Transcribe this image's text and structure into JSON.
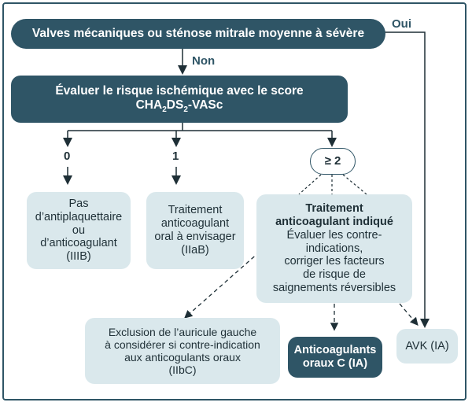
{
  "nodes": {
    "top": "Valves mécaniques ou sténose mitrale moyenne à sévère",
    "evaluate_line1": "Évaluer le risque ischémique avec le score",
    "evaluate_score_base": "CHA",
    "evaluate_score_sub1": "2",
    "evaluate_score_mid": "DS",
    "evaluate_score_sub2": "2",
    "evaluate_score_end": "-VASc",
    "score_ge2": "≥ 2",
    "box0": [
      "Pas",
      "d’antiplaquettaire",
      "ou",
      "d’anticoagulant",
      "(IIIB)"
    ],
    "box1": [
      "Traitement",
      "anticoagulant",
      "oral à envisager",
      "(IIaB)"
    ],
    "box2_bold": [
      "Traitement",
      "anticoagulant indiqué"
    ],
    "box2": [
      "Évaluer les contre-",
      "indications,",
      "corriger les facteurs",
      "de risque de",
      "saignements réversibles"
    ],
    "exclusion": [
      "Exclusion de l’auricule gauche",
      "à considérer si contre-indication",
      "aux anticogulants oraux",
      "(IIbC)"
    ],
    "aoc": [
      "Anticoagulants",
      "oraux C (IA)"
    ],
    "avk": "AVK (IA)"
  },
  "labels": {
    "oui": "Oui",
    "non": "Non",
    "zero": "0",
    "one": "1"
  },
  "colors": {
    "dark": "#2f5566",
    "light": "#dae8ec",
    "line": "#1e2f36"
  }
}
